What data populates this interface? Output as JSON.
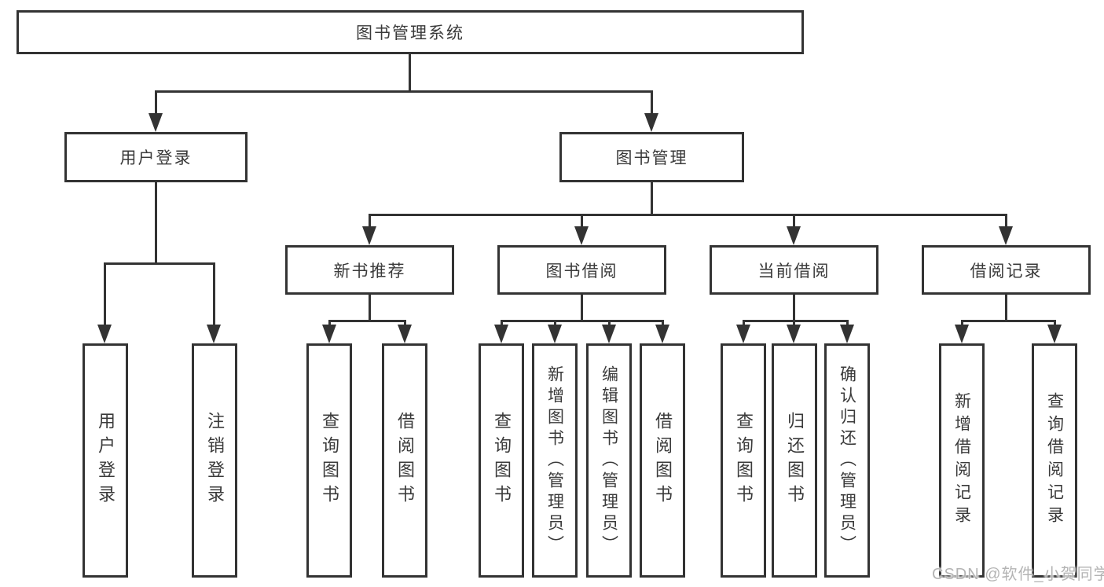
{
  "diagram": {
    "root": {
      "label": "图书管理系统"
    },
    "level2": [
      {
        "label": "用户登录"
      },
      {
        "label": "图书管理"
      }
    ],
    "level3": [
      {
        "label": "新书推荐"
      },
      {
        "label": "图书借阅"
      },
      {
        "label": "当前借阅"
      },
      {
        "label": "借阅记录"
      }
    ],
    "leaves": {
      "user_login": [
        "用户登录",
        "注销登录"
      ],
      "new_book": [
        "查询图书",
        "借阅图书"
      ],
      "book_borrow": [
        "查询图书",
        "新增图书（管理员）",
        "编辑图书（管理员）",
        "借阅图书"
      ],
      "current_borrow": [
        "查询图书",
        "归还图书",
        "确认归还（管理员）"
      ],
      "borrow_records": [
        "新增借阅记录",
        "查询借阅记录"
      ]
    },
    "colors": {
      "line": "#333333",
      "text": "#3a3a3a",
      "watermark_text": "#b4b4b4"
    }
  },
  "watermark": "CSDN @软件_小贺同学"
}
